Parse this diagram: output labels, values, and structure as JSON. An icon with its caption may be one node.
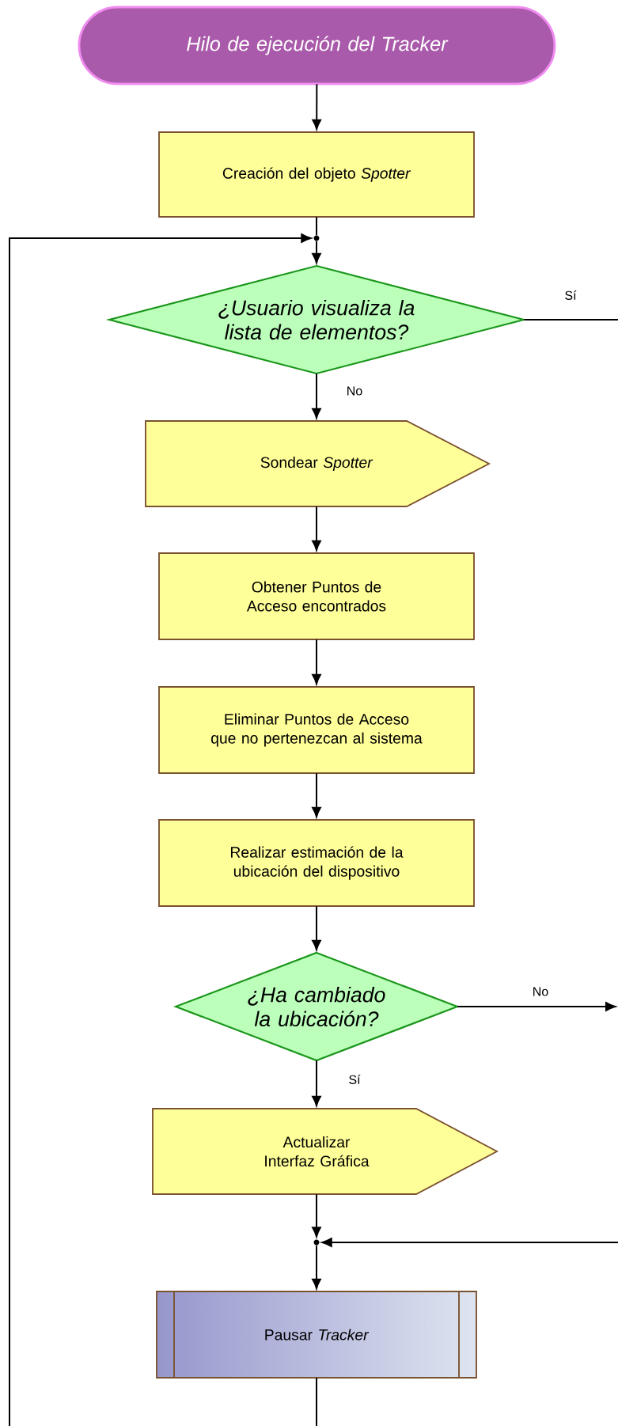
{
  "diagram": {
    "nodes": [
      {
        "text": [
          "Hilo de ejecución del Tracker"
        ]
      },
      {
        "text": [
          "Creación del objeto *Spotter*"
        ]
      },
      {
        "text": [],
        "shape": "circle"
      },
      {
        "text": [
          "¿Usuario visualiza la lista de elementos?"
        ]
      },
      {
        "text": [
          "Sondear *Spotter*"
        ]
      },
      {
        "text": [
          "Obtener Puntos de Acceso encontrados"
        ]
      },
      {
        "text": [
          "Eliminar Puntos de Acceso que no pertenezcan al sistema"
        ]
      },
      {
        "text": [
          "Realizar estimación de la ubicación del dispositivo"
        ]
      },
      {
        "text": [
          "¿Ha cambiado la ubicación?"
        ]
      },
      {
        "text": [
          "Actualizar Interfaz Gráfica"
        ]
      },
      {
        "text": [],
        "shape": "circle"
      },
      {
        "text": [
          "Pausar *Tracker*"
        ]
      }
    ],
    "edges": [
      {
        "from": 0,
        "to": 1,
        "arrow": "to"
      },
      {
        "from": 1,
        "to": 2,
        "arrow": "none"
      },
      {
        "from": null,
        "to": 2,
        "arrow": "to"
      },
      {
        "from": 2,
        "to": 3,
        "arrow": "to"
      },
      {
        "from": 3,
        "to": null,
        "arrow": "none",
        "label": "Sí"
      },
      {
        "from": 3,
        "to": 4,
        "arrow": "to",
        "label": "No"
      },
      {
        "from": 4,
        "to": 5,
        "arrow": "to"
      },
      {
        "from": 5,
        "to": 6,
        "arrow": "to"
      },
      {
        "from": 6,
        "to": 7,
        "arrow": "to"
      },
      {
        "from": 7,
        "to": 8,
        "arrow": "to"
      },
      {
        "from": 8,
        "to": null,
        "arrow": "to",
        "label": "No"
      },
      {
        "from": 8,
        "to": 9,
        "arrow": "to",
        "label": "Sí"
      },
      {
        "from": 9,
        "to": 10,
        "arrow": "to"
      },
      {
        "from": null,
        "to": 10,
        "arrow": "to"
      },
      {
        "from": 10,
        "to": 11,
        "arrow": "to"
      },
      {
        "from": 11,
        "to": null,
        "arrow": "none"
      }
    ]
  }
}
